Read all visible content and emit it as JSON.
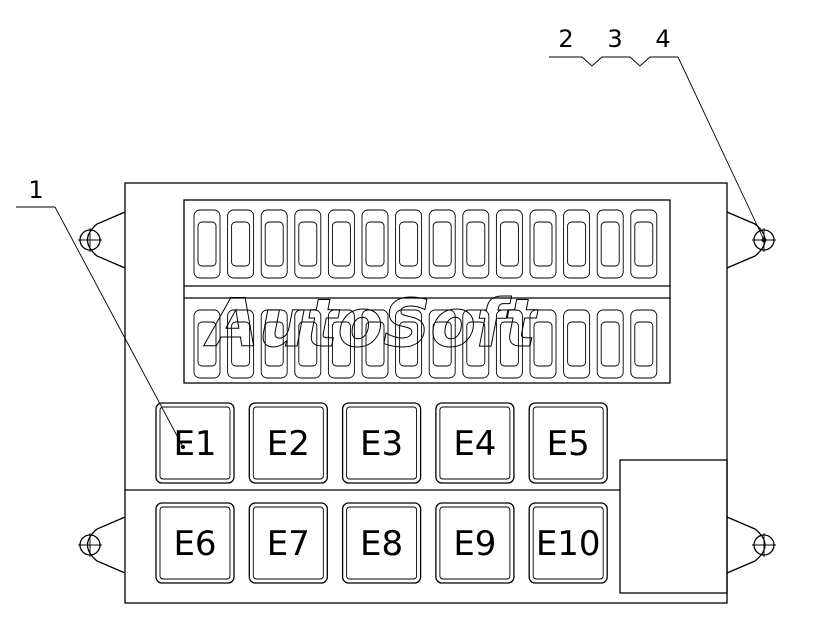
{
  "callouts": {
    "c1": "1",
    "c2": "2",
    "c3": "3",
    "c4": "4"
  },
  "watermark": "AutoSoft",
  "relays_top": [
    "E1",
    "E2",
    "E3",
    "E4",
    "E5"
  ],
  "relays_bottom": [
    "E6",
    "E7",
    "E8",
    "E9",
    "E10"
  ],
  "colors": {
    "line": "#000000",
    "background": "#ffffff"
  }
}
